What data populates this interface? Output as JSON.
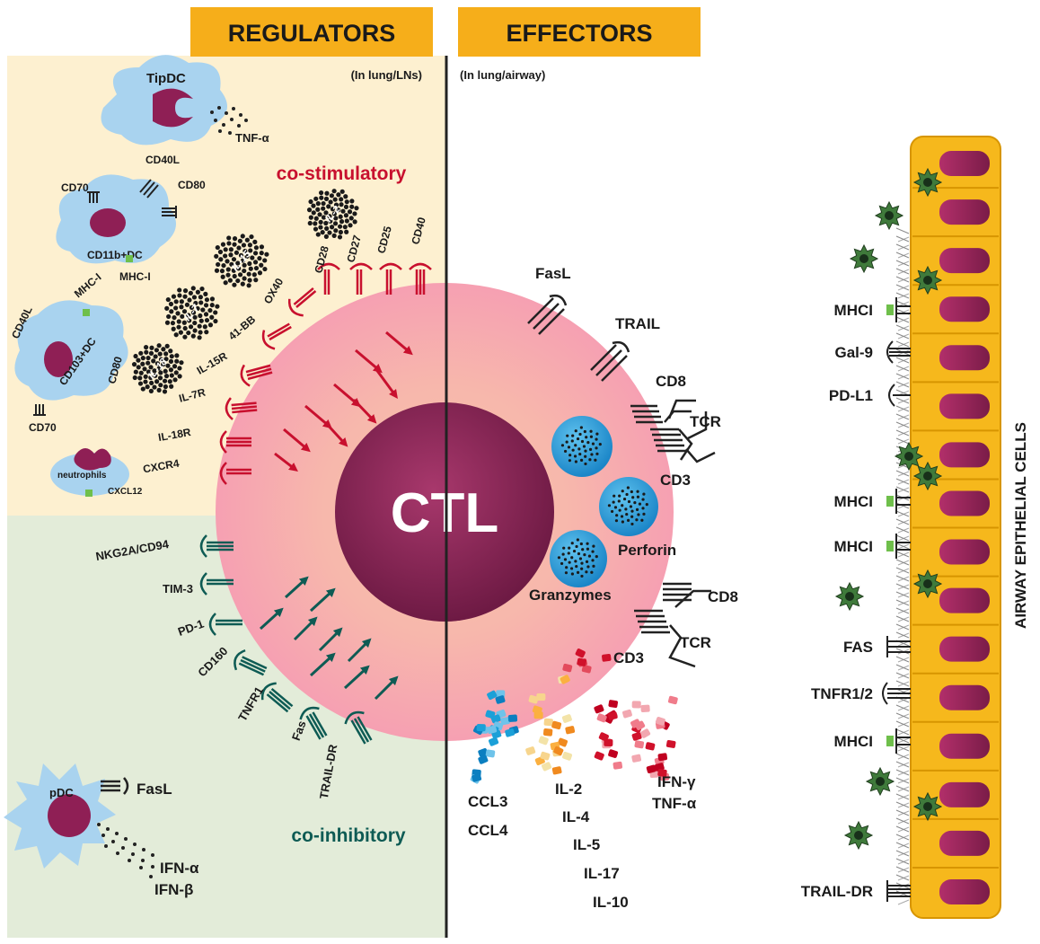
{
  "headers": {
    "regulators": "REGULATORS",
    "effectors": "EFFECTORS"
  },
  "locations": {
    "regulators": "(In lung/LNs)",
    "effectors": "(In lung/airway)"
  },
  "center": {
    "label": "CTL"
  },
  "sections": {
    "costim": "co-stimulatory",
    "coinhib": "co-inhibitory"
  },
  "colors": {
    "costim": "#c8102e",
    "coinhib": "#0e5b54",
    "header_bg": "#f6ae1a",
    "regulators_bg": "#fdf0d0",
    "inhibitory_bg": "#e3ecd9",
    "cell_blue": "#a9d3ef",
    "epithelial": "#f6b81c",
    "nucleus": "#8f1f55"
  },
  "regulator_cells": {
    "tipdc": {
      "name": "TipDC",
      "secretes": "TNF-α"
    },
    "cd11b": {
      "name": "CD11b+DC",
      "ligands": [
        "CD70",
        "CD40L",
        "CD80",
        "MHC-I"
      ]
    },
    "cd103": {
      "name": "CD103+DC",
      "ligands": [
        "MHC-I",
        "CD40L",
        "CD80",
        "CD70"
      ]
    },
    "neutrophils": {
      "name": "neutrophils",
      "secretes": "CXCL12"
    },
    "pdc": {
      "name": "pDC",
      "ligand": "FasL",
      "secretes": [
        "IFN-α",
        "IFN-β"
      ]
    }
  },
  "cytokine_clusters": [
    "IL-2",
    "IL-15",
    "IL-7",
    "IL-18"
  ],
  "costim_receptors": [
    "CD40",
    "CD25",
    "CD27",
    "CD28",
    "OX40",
    "41-BB",
    "IL-15R",
    "IL-7R",
    "IL-18R",
    "CXCR4"
  ],
  "coinhib_receptors": [
    "NKG2A/CD94",
    "TIM-3",
    "PD-1",
    "CD160",
    "TNFR1",
    "Fas",
    "TRAIL-DR"
  ],
  "effector_molecules": {
    "fasl": "FasL",
    "trail": "TRAIL",
    "tcr_top": {
      "cd8": "CD8",
      "tcr": "TCR",
      "cd3": "CD3"
    },
    "tcr_bottom": {
      "cd8": "CD8",
      "tcr": "TCR",
      "cd3": "CD3"
    },
    "granules": {
      "perforin": "Perforin",
      "granzymes": "Granzymes"
    }
  },
  "secreted": {
    "ccl": [
      "CCL3",
      "CCL4"
    ],
    "il": [
      "IL-2",
      "IL-4",
      "IL-5",
      "IL-17",
      "IL-10"
    ],
    "ifn": [
      "IFN-γ",
      "TNF-α"
    ]
  },
  "epithelial": {
    "title": "AIRWAY EPITHELIAL CELLS",
    "molecules": [
      "MHCI",
      "Gal-9",
      "PD-L1",
      "MHCI",
      "MHCI",
      "FAS",
      "TNFR1/2",
      "MHCI",
      "TRAIL-DR"
    ]
  }
}
